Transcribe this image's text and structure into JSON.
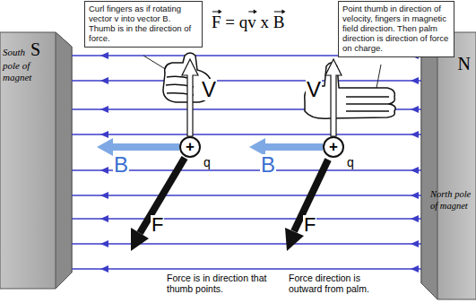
{
  "diagram": {
    "nodes": [
      {
        "text": [
          "South",
          "S",
          "pole of magnet"
        ]
      },
      {
        "text": [
          "Curl fingers as if rotating vector v into vector B. Thumb is in the direction of force."
        ]
      },
      {
        "text": [
          "Point thumb in direction of velocity, fingers in magnetic field direction. Then palm direction is direction of force on charge."
        ]
      },
      {
        "text": [
          "N",
          "North pole of magnet"
        ]
      },
      {
        "text": [
          "+"
        ]
      },
      {
        "text": [
          "+"
        ]
      }
    ],
    "labels": [
      "F = qv x B",
      "V",
      "B",
      "q",
      "F",
      "V",
      "B",
      "q",
      "F",
      "Force is in direction that thumb points.",
      "Force direction is outward from palm."
    ]
  }
}
